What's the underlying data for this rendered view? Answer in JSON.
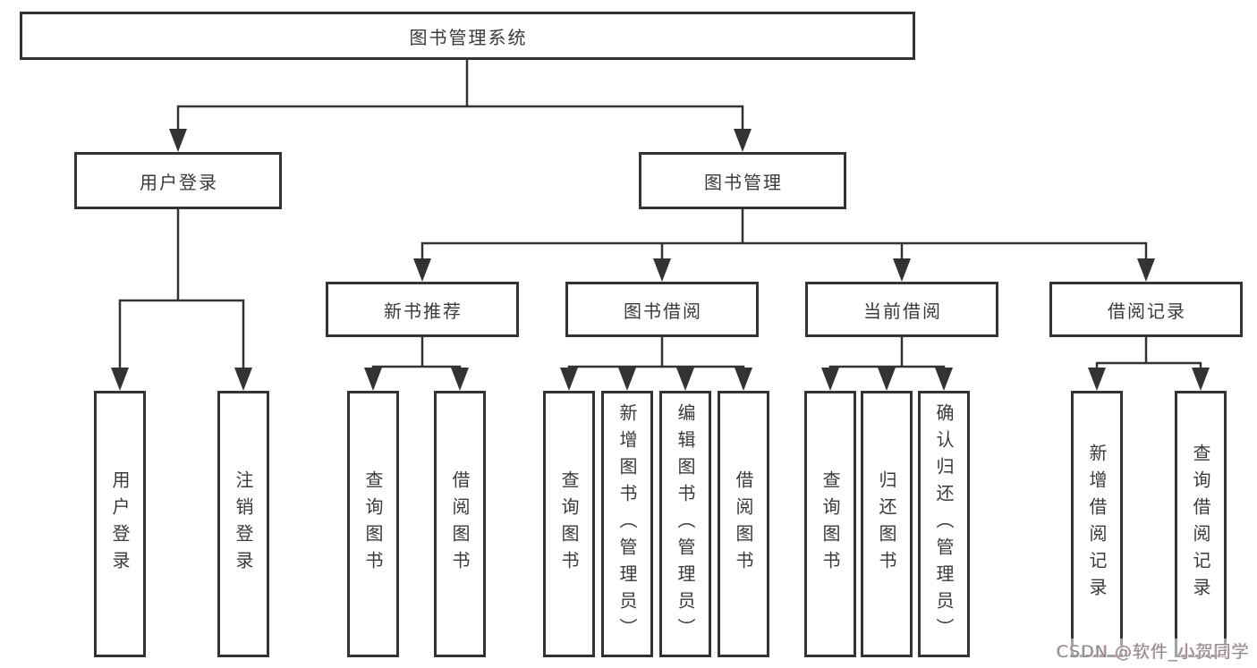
{
  "diagram": {
    "root": {
      "label": "图书管理系统"
    },
    "level2": [
      {
        "label": "用户登录"
      },
      {
        "label": "图书管理"
      }
    ],
    "level3": [
      {
        "label": "新书推荐"
      },
      {
        "label": "图书借阅"
      },
      {
        "label": "当前借阅"
      },
      {
        "label": "借阅记录"
      }
    ],
    "leaves": [
      {
        "label": "用户登录"
      },
      {
        "label": "注销登录"
      },
      {
        "label": "查询图书"
      },
      {
        "label": "借阅图书"
      },
      {
        "label": "查询图书"
      },
      {
        "label": "新增图书（管理员）"
      },
      {
        "label": "编辑图书（管理员）"
      },
      {
        "label": "借阅图书"
      },
      {
        "label": "查询图书"
      },
      {
        "label": "归还图书"
      },
      {
        "label": "确认归还（管理员）"
      },
      {
        "label": "新增借阅记录"
      },
      {
        "label": "查询借阅记录"
      }
    ],
    "watermark": "CSDN @软件_小贺同学",
    "colors": {
      "line": "#333333",
      "border": "#333333",
      "text": "#3a3a3a",
      "watermark": "#8d8d8d",
      "watermark_accent": "#eba7b2",
      "background": "#ffffff"
    }
  }
}
